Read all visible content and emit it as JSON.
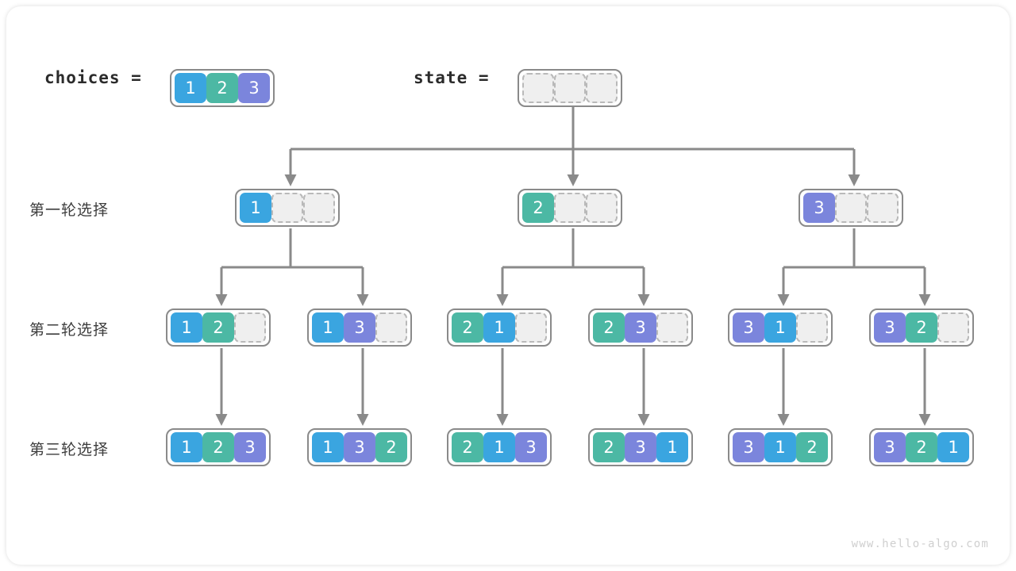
{
  "diagram": {
    "title": "permutation-backtracking-tree",
    "watermark": "www.hello-algo.com",
    "palette": {
      "value_1": "#3aa5e0",
      "value_2": "#4cb8a4",
      "value_3": "#7b85dc",
      "empty_cell_fill": "#efefef",
      "empty_cell_border": "#b9b9b9",
      "array_border": "#8a8a8a",
      "connector": "#8a8a8a",
      "background": "#ffffff",
      "text": "#2b2b2b"
    },
    "header": {
      "choices_label": "choices  =",
      "choices_values": [
        "1",
        "2",
        "3"
      ],
      "state_label": "state  =",
      "state_values": [
        "",
        "",
        ""
      ]
    },
    "row_labels": [
      "第一轮选择",
      "第二轮选择",
      "第三轮选择"
    ],
    "levels": [
      {
        "name": "round-1",
        "label": "第一轮选择",
        "nodes": [
          {
            "id": "n1",
            "values": [
              "1",
              "",
              ""
            ]
          },
          {
            "id": "n2",
            "values": [
              "2",
              "",
              ""
            ]
          },
          {
            "id": "n3",
            "values": [
              "3",
              "",
              ""
            ]
          }
        ]
      },
      {
        "name": "round-2",
        "label": "第二轮选择",
        "nodes": [
          {
            "id": "n12",
            "values": [
              "1",
              "2",
              ""
            ]
          },
          {
            "id": "n13",
            "values": [
              "1",
              "3",
              ""
            ]
          },
          {
            "id": "n21",
            "values": [
              "2",
              "1",
              ""
            ]
          },
          {
            "id": "n23",
            "values": [
              "2",
              "3",
              ""
            ]
          },
          {
            "id": "n31",
            "values": [
              "3",
              "1",
              ""
            ]
          },
          {
            "id": "n32",
            "values": [
              "3",
              "2",
              ""
            ]
          }
        ]
      },
      {
        "name": "round-3",
        "label": "第三轮选择",
        "nodes": [
          {
            "id": "n123",
            "values": [
              "1",
              "2",
              "3"
            ]
          },
          {
            "id": "n132",
            "values": [
              "1",
              "3",
              "2"
            ]
          },
          {
            "id": "n213",
            "values": [
              "2",
              "1",
              "3"
            ]
          },
          {
            "id": "n231",
            "values": [
              "2",
              "3",
              "1"
            ]
          },
          {
            "id": "n312",
            "values": [
              "3",
              "1",
              "2"
            ]
          },
          {
            "id": "n321",
            "values": [
              "3",
              "2",
              "1"
            ]
          }
        ]
      }
    ]
  }
}
